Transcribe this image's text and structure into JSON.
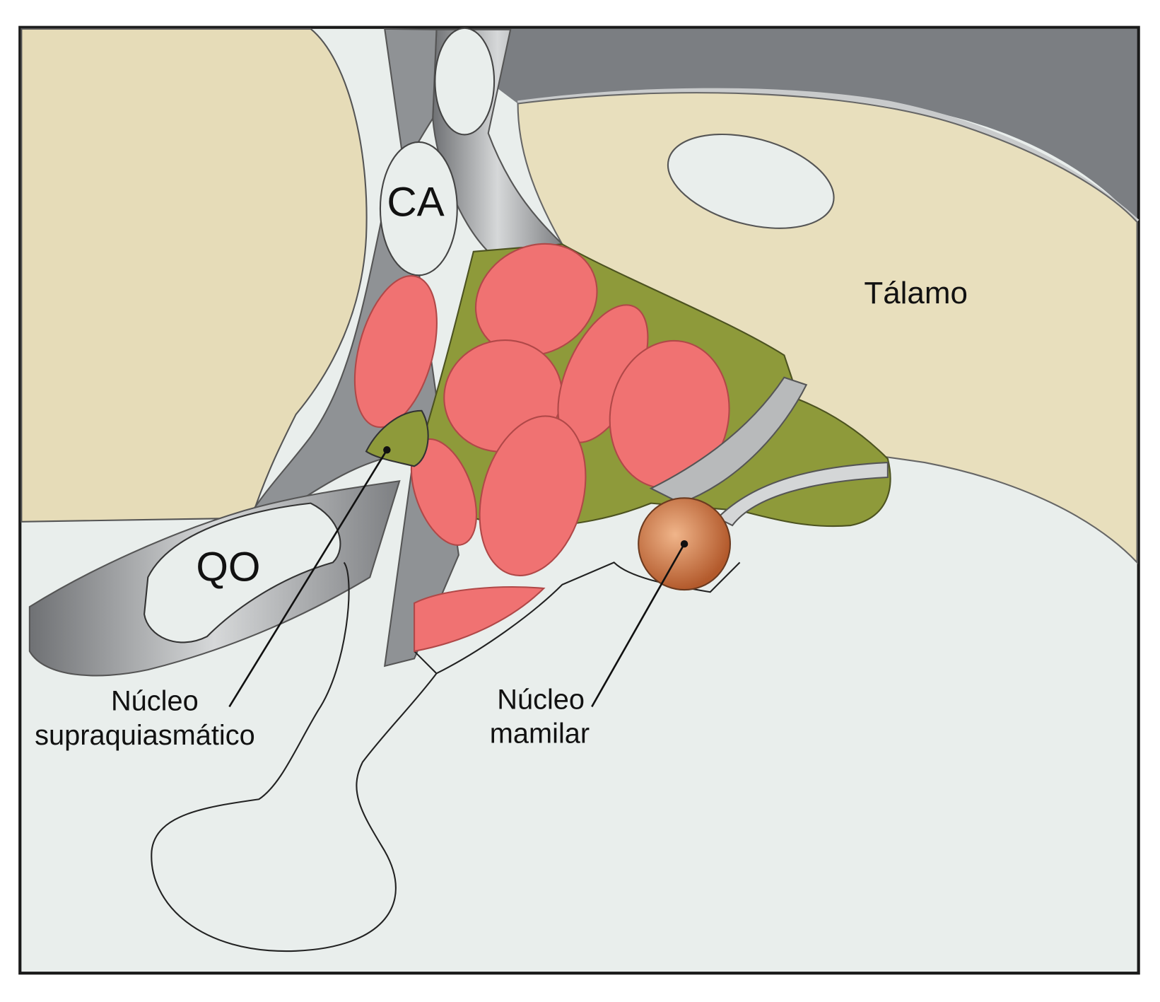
{
  "labels": {
    "ca": "CA",
    "qo": "QO",
    "talamo": "Tálamo",
    "supraquiasmatico_line1": "Núcleo",
    "supraquiasmatico_line2": "supraquiasmático",
    "mamilar_line1": "Núcleo",
    "mamilar_line2": "mamilar"
  },
  "colors": {
    "background": "#e9eeec",
    "brain_tissue": "#e6dcb8",
    "ventricle_gray": "#9a9c9e",
    "nuclei_red": "#f07272",
    "hypothalamus_green": "#8e9a3a",
    "mamillary_orange": "#c8703e",
    "border": "#1a1a1a"
  }
}
